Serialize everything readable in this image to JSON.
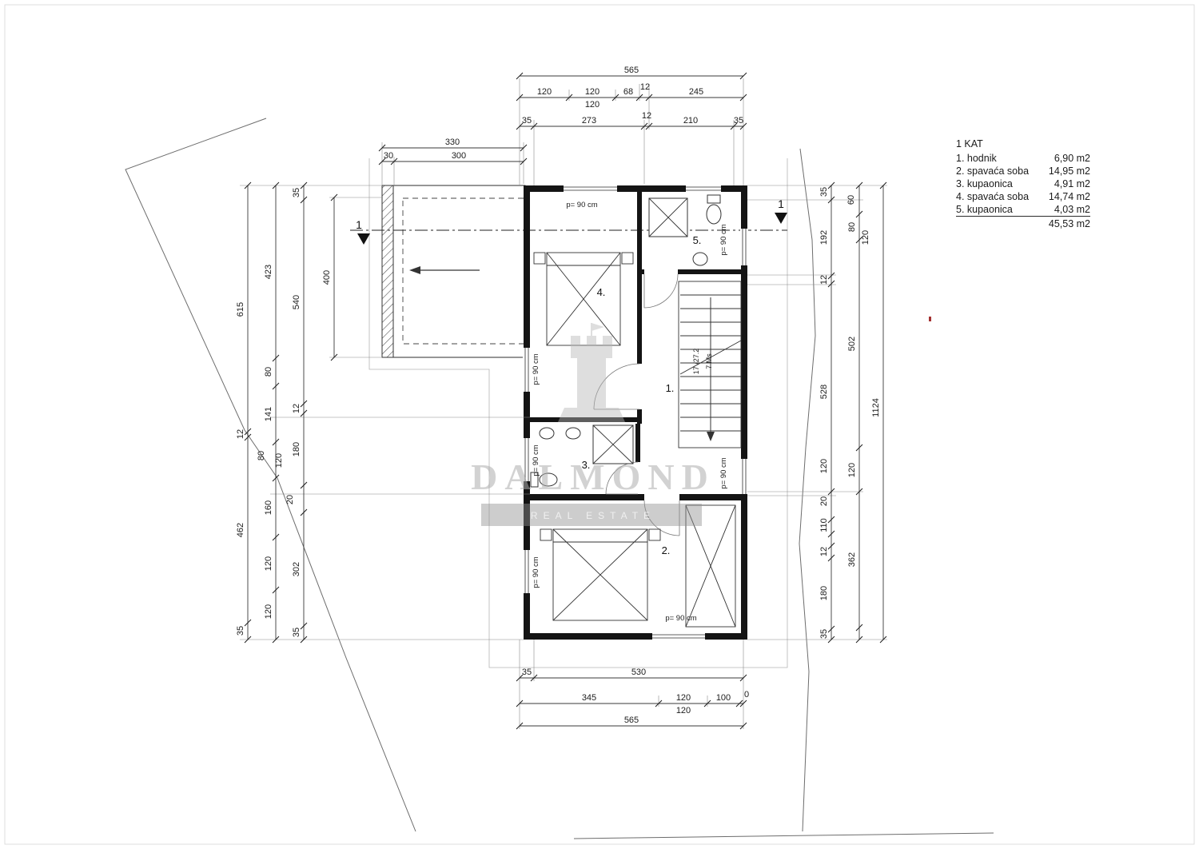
{
  "legend": {
    "title": "1 KAT",
    "rows": [
      {
        "label": "1. hodnik",
        "area": "6,90 m2"
      },
      {
        "label": "2. spavaća soba",
        "area": "14,95 m2"
      },
      {
        "label": "3. kupaonica",
        "area": "4,91 m2"
      },
      {
        "label": "4. spavaća soba",
        "area": "14,74 m2"
      },
      {
        "label": "5. kupaonica",
        "area": "4,03 m2"
      }
    ],
    "total": "45,53 m2"
  },
  "rooms": {
    "hall": "1.",
    "bedroom2": "2.",
    "bath3": "3.",
    "bedroom4": "4.",
    "bath5": "5."
  },
  "labels": {
    "door_width": "p= 90 cm",
    "stair_note_1": "17 /27.2",
    "stair_note_2": "7 Ms",
    "section_mark": "1"
  },
  "watermark": {
    "name": "DALMOND",
    "tagline": "REAL ESTATE"
  },
  "dims": {
    "top": [
      "565",
      "120",
      "120",
      "68",
      "12",
      "245",
      "120",
      "35",
      "273",
      "12",
      "210",
      "35",
      "330",
      "30",
      "300"
    ],
    "bottom": [
      "35",
      "530",
      "345",
      "120",
      "100",
      "0",
      "120",
      "565"
    ],
    "left": [
      "615",
      "12",
      "462",
      "35",
      "423",
      "80",
      "141",
      "160",
      "120",
      "120",
      "35",
      "540",
      "12",
      "180",
      "302",
      "35",
      "400",
      "80",
      "120",
      "20"
    ],
    "right": [
      "35",
      "192",
      "12",
      "528",
      "120",
      "20",
      "110",
      "12",
      "180",
      "35",
      "60",
      "80",
      "120",
      "502",
      "120",
      "362",
      "1124"
    ]
  }
}
